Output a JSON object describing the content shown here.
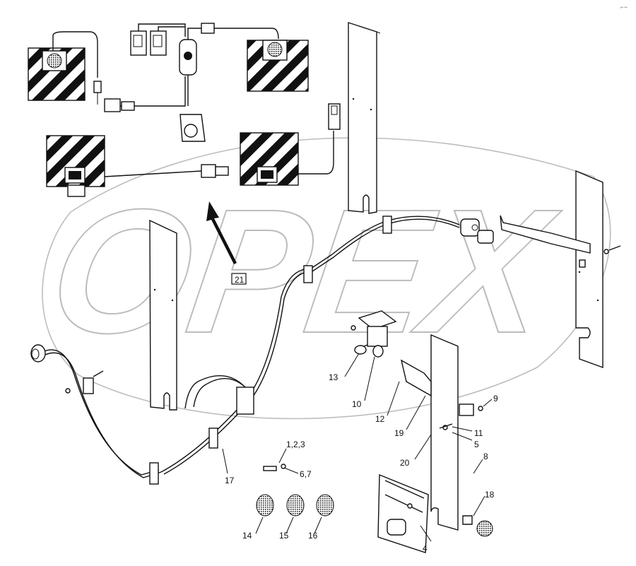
{
  "watermark": {
    "text": "OPEX"
  },
  "corner_code": "l** ***",
  "callouts": {
    "c21": "21",
    "c13": "13",
    "c10": "10",
    "c12": "12",
    "c19": "19",
    "c20": "20",
    "c9": "9",
    "c11": "11",
    "c5": "5",
    "c8": "8",
    "c18": "18",
    "c4": "4",
    "c123": "1,2,3",
    "c67": "6,7",
    "c17": "17",
    "c14": "14",
    "c15": "15",
    "c16": "16"
  }
}
